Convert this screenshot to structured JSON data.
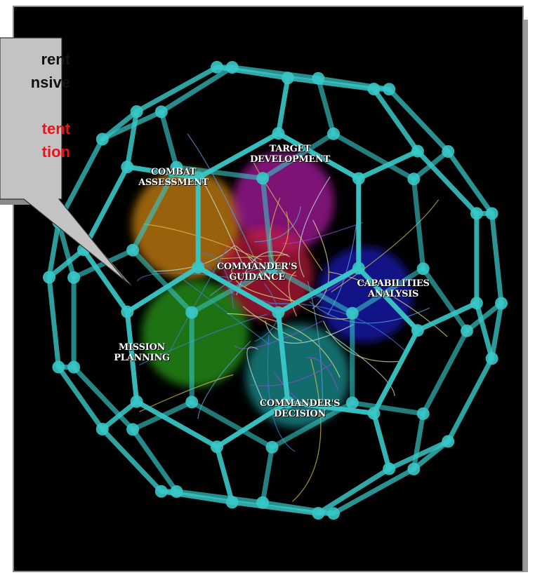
{
  "diagram": {
    "colors": {
      "lattice": "#39c6c6",
      "combat": "#d88a12",
      "target": "#b11fa6",
      "capabilities": "#1d1cc2",
      "guidance": "#c21c3a",
      "mission": "#2aa41a",
      "decision": "#1a9a99"
    },
    "nodes": [
      {
        "id": "combat",
        "lines": [
          "COMBAT",
          "ASSESSMENT"
        ]
      },
      {
        "id": "target",
        "lines": [
          "TARGET",
          "DEVELOPMENT"
        ]
      },
      {
        "id": "guidance",
        "lines": [
          "COMMANDER'S",
          "GUIDANCE"
        ]
      },
      {
        "id": "capabilities",
        "lines": [
          "CAPABILITIES",
          "ANALYSIS"
        ]
      },
      {
        "id": "mission",
        "lines": [
          "MISSION",
          "PLANNING"
        ]
      },
      {
        "id": "decision",
        "lines": [
          "COMMANDER'S",
          "DECISION"
        ]
      }
    ]
  },
  "callout": {
    "lines": [
      "rent",
      "nsive",
      "",
      "tent",
      "tion"
    ],
    "line_colors": [
      "#111111",
      "#111111",
      "#111111",
      "#e8141b",
      "#e8141b"
    ]
  }
}
